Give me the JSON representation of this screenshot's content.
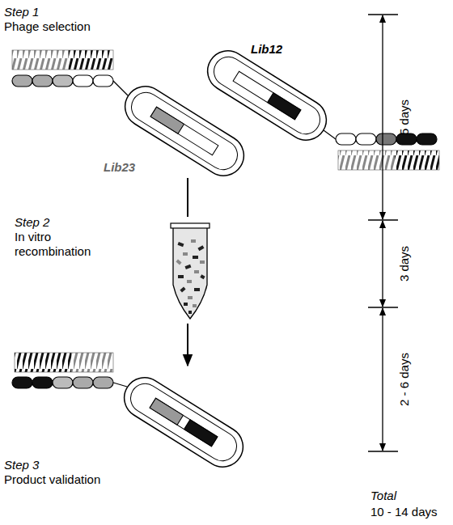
{
  "diagram": {
    "labels": [
      "Step 1",
      "Phage selection",
      "Lib12",
      "Lib23",
      "Step 2",
      "In vitro recombination",
      "Step 3",
      "Product validation",
      "5 days",
      "3 days",
      "2 - 6 days",
      "Total",
      "10 - 14 days"
    ]
  }
}
